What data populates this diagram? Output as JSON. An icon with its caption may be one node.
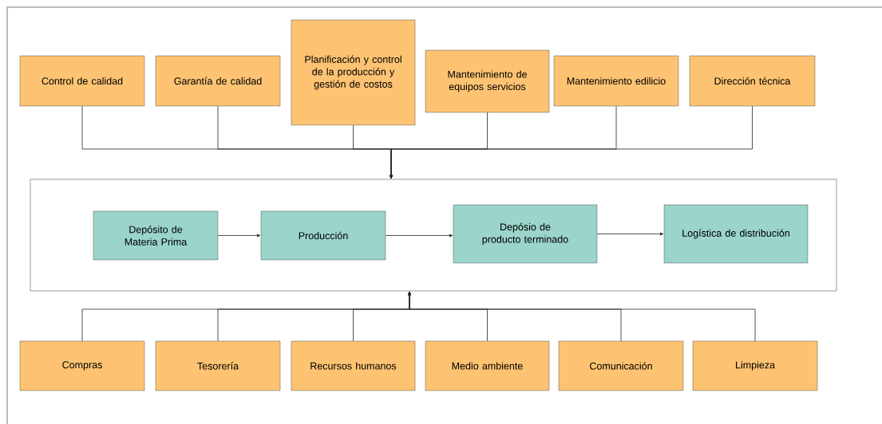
{
  "diagram": {
    "nodes": [
      {
        "text": [
          "Control de calidad"
        ]
      },
      {
        "text": [
          "Garantía de calidad"
        ]
      },
      {
        "text": [
          "Planificación y control de la producción y gestión de costos"
        ]
      },
      {
        "text": [
          "Mantenimiento de equipos servicios"
        ]
      },
      {
        "text": [
          "Mantenimiento edilicio"
        ]
      },
      {
        "text": [
          "Dirección técnica"
        ]
      },
      {
        "text": [],
        "shape": "box"
      },
      {
        "text": [
          "Depósito de Materia Prima"
        ],
        "in": 6
      },
      {
        "text": [
          "Producción"
        ],
        "in": 6
      },
      {
        "text": [
          "Depósio de producto terminado"
        ],
        "in": 6
      },
      {
        "text": [
          "Logística de distribución"
        ],
        "in": 6
      },
      {
        "text": [
          "Compras"
        ]
      },
      {
        "text": [
          "Tesorería"
        ]
      },
      {
        "text": [
          "Recursos humanos"
        ]
      },
      {
        "text": [
          "Medio ambiente"
        ]
      },
      {
        "text": [
          "Comunicación"
        ]
      },
      {
        "text": [
          "Limpieza"
        ]
      }
    ],
    "edges": [
      {
        "from": 0,
        "to": 6,
        "arrow": "to"
      },
      {
        "from": 1,
        "to": 6,
        "arrow": "to"
      },
      {
        "from": 2,
        "to": 6,
        "arrow": "to"
      },
      {
        "from": 3,
        "to": 6,
        "arrow": "to"
      },
      {
        "from": 4,
        "to": 6,
        "arrow": "to"
      },
      {
        "from": 5,
        "to": 6,
        "arrow": "to"
      },
      {
        "from": 7,
        "to": 8,
        "arrow": "to"
      },
      {
        "from": 8,
        "to": 9,
        "arrow": "to"
      },
      {
        "from": 9,
        "to": 10,
        "arrow": "to"
      },
      {
        "from": 11,
        "to": 6,
        "arrow": "to"
      },
      {
        "from": 12,
        "to": 6,
        "arrow": "to"
      },
      {
        "from": 13,
        "to": 6,
        "arrow": "to"
      },
      {
        "from": 14,
        "to": 6,
        "arrow": "to"
      },
      {
        "from": 15,
        "to": 6,
        "arrow": "to"
      },
      {
        "from": 16,
        "to": 6,
        "arrow": "to"
      }
    ]
  }
}
